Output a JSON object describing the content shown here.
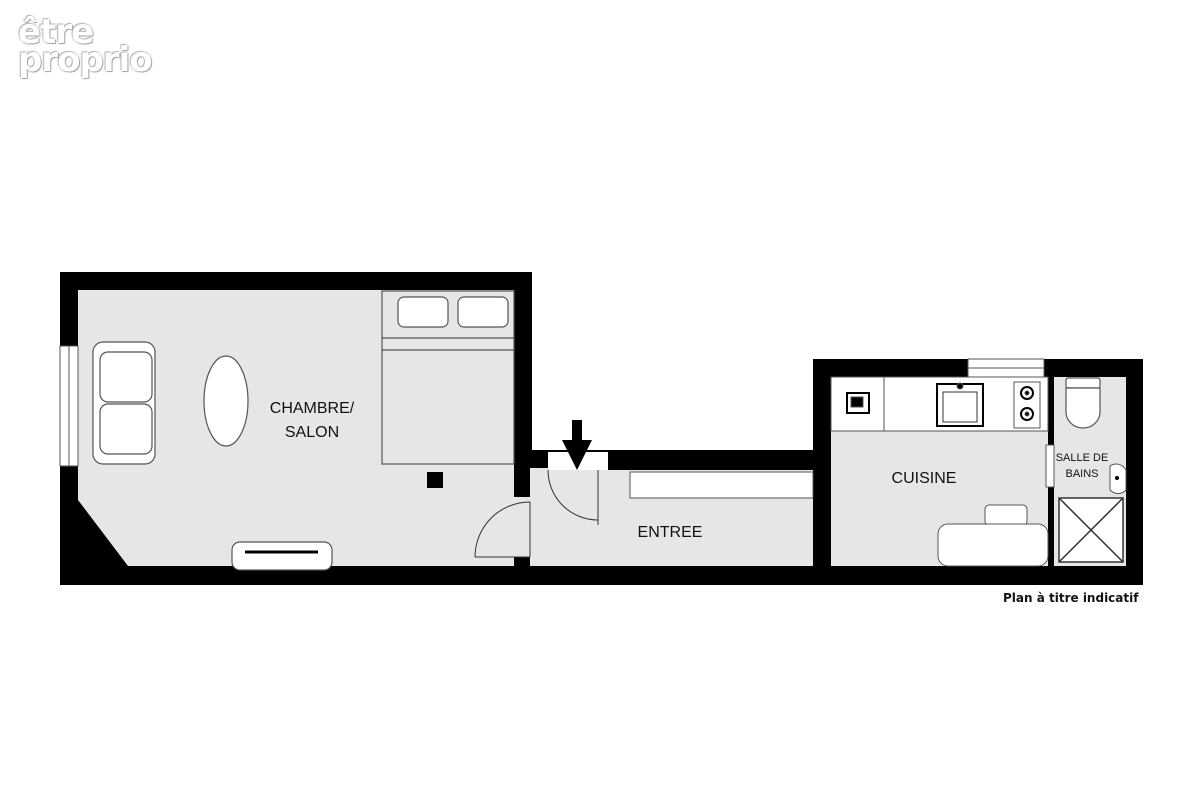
{
  "logo": {
    "line1": "être",
    "line2": "proprio"
  },
  "rooms": {
    "chambre_line1": "CHAMBRE/",
    "chambre_line2": "SALON",
    "entree": "ENTREE",
    "cuisine": "CUISINE",
    "sdb_line1": "SALLE DE",
    "sdb_line2": "BAINS"
  },
  "caption": "Plan à titre indicatif",
  "colors": {
    "wall": "#000000",
    "floor": "#e6e6e6",
    "fixture": "#ffffff",
    "outline": "#555555"
  }
}
